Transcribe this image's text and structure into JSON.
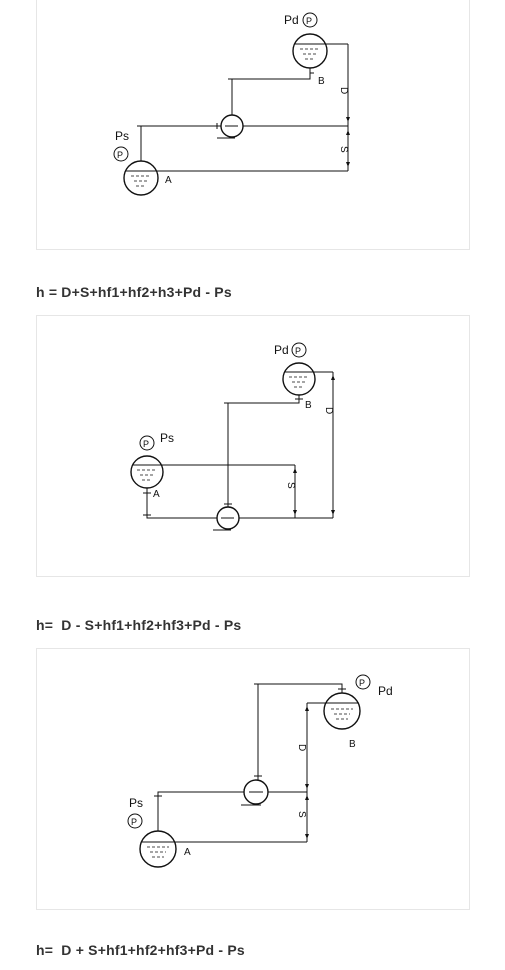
{
  "diagrams": [
    {
      "labels": {
        "pd": "Pd",
        "ps": "Ps",
        "p_gauge": "P",
        "a": "A",
        "b": "B",
        "d": "D",
        "s": "S"
      }
    },
    {
      "labels": {
        "pd": "Pd",
        "ps": "Ps",
        "p_gauge": "P",
        "a": "A",
        "b": "B",
        "d": "D",
        "s": "S"
      }
    },
    {
      "labels": {
        "pd": "Pd",
        "ps": "Ps",
        "p_gauge": "P",
        "a": "A",
        "b": "B",
        "d": "D",
        "s": "S"
      }
    }
  ],
  "formulas": [
    "h = D+S+hf1+hf2+h3+Pd - Ps",
    "h=  D - S+hf1+hf2+hf3+Pd - Ps",
    "h=  D + S+hf1+hf2+hf3+Pd - Ps"
  ]
}
